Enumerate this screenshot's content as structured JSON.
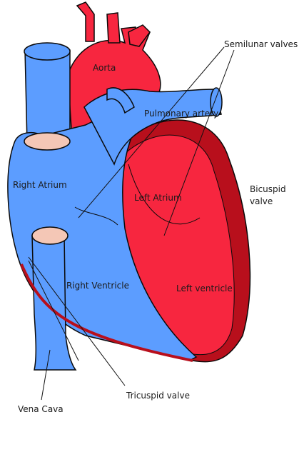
{
  "diagram": {
    "colors": {
      "oxygenated": "#f7263f",
      "deoxygenated": "#5c9dff",
      "wall": "#b80f1c",
      "opening_fill": "#f4c7b6",
      "outline": "#0a0a0a",
      "leader": "#111111"
    },
    "labels": {
      "aorta": "Aorta",
      "semilunar_valves": "Semilunar valves",
      "pulmonary_artery": "Pulmonary artery",
      "right_atrium": "Right Atrium",
      "left_atrium": "Left Atrium",
      "bicuspid_valve_line1": "Bicuspid",
      "bicuspid_valve_line2": "valve",
      "right_ventricle": "Right Ventricle",
      "left_ventricle": "Left ventricle",
      "tricuspid_valve": "Tricuspid valve",
      "vena_cava": "Vena Cava"
    }
  }
}
